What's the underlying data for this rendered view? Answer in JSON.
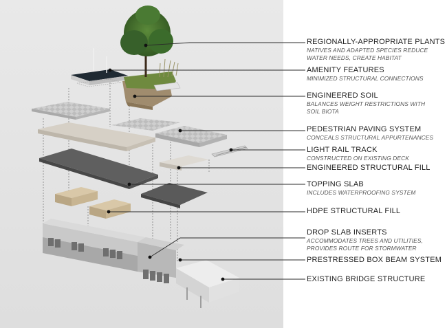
{
  "labels": [
    {
      "title": "REGIONALLY-APPROPRIATE PLANTS",
      "sub": [
        "NATIVES AND ADAPTED SPECIES REDUCE",
        "WATER NEEDS, CREATE HABITAT"
      ]
    },
    {
      "title": "AMENITY FEATURES",
      "sub": [
        "MINIMIZED STRUCTURAL CONNECTIONS"
      ]
    },
    {
      "title": "ENGINEERED SOIL",
      "sub": [
        "BALANCES WEIGHT RESTRICTIONS WITH",
        "SOIL BIOTA"
      ]
    },
    {
      "title": "PEDESTRIAN PAVING SYSTEM",
      "sub": [
        "CONCEALS STRUCTURAL APPURTENANCES"
      ]
    },
    {
      "title": "LIGHT RAIL TRACK",
      "sub": [
        "CONSTRUCTED ON EXISTING DECK"
      ]
    },
    {
      "title": "ENGINEERED STRUCTURAL FILL",
      "sub": []
    },
    {
      "title": "TOPPING SLAB",
      "sub": [
        "INCLUDES WATERPROOFING SYSTEM"
      ]
    },
    {
      "title": "HDPE STRUCTURAL FILL",
      "sub": []
    },
    {
      "title": "DROP SLAB INSERTS",
      "sub": [
        "ACCOMMODATES TREES AND UTILITIES,",
        "PROVIDES ROUTE FOR STORMWATER"
      ]
    },
    {
      "title": "PRESTRESSED BOX BEAM SYSTEM",
      "sub": []
    },
    {
      "title": "EXISTING BRIDGE STRUCTURE",
      "sub": []
    }
  ],
  "colors": {
    "leader_line": "#2a2a2a",
    "leader_dot": "#111111",
    "background_panel": "#e5e5e5",
    "tree_foliage": "#3f6b2a",
    "topping_slab": "#5a5a5a",
    "structural_fill": "#cdb99a"
  }
}
